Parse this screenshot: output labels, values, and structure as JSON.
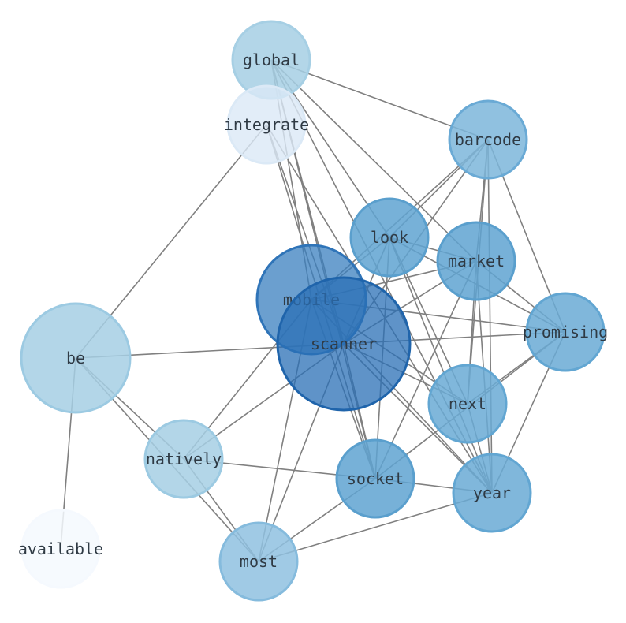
{
  "graph": {
    "nodes": [
      {
        "id": "global",
        "label": "global",
        "fill": "#a6cfe4",
        "stroke": "#a6cfe4"
      },
      {
        "id": "integrate",
        "label": "integrate",
        "fill": "#dbe9f6",
        "stroke": "#dbe9f6"
      },
      {
        "id": "barcode",
        "label": "barcode",
        "fill": "#7cb6da",
        "stroke": "#6aaad5"
      },
      {
        "id": "look",
        "label": "look",
        "fill": "#5fa3d1",
        "stroke": "#5a9fcd"
      },
      {
        "id": "market",
        "label": "market",
        "fill": "#5fa3d1",
        "stroke": "#5a9fcd"
      },
      {
        "id": "mobile",
        "label": "mobile",
        "fill": "#3a7fbf",
        "stroke": "#2f74b8"
      },
      {
        "id": "scanner",
        "label": "scanner",
        "fill": "#2a6fb6",
        "stroke": "#1f64ab"
      },
      {
        "id": "promising",
        "label": "promising",
        "fill": "#6aaad5",
        "stroke": "#62a6d2"
      },
      {
        "id": "be",
        "label": "be",
        "fill": "#a6cfe4",
        "stroke": "#9ccae2"
      },
      {
        "id": "next",
        "label": "next",
        "fill": "#6aaad5",
        "stroke": "#62a6d2"
      },
      {
        "id": "natively",
        "label": "natively",
        "fill": "#a6cfe4",
        "stroke": "#9ccae2"
      },
      {
        "id": "socket",
        "label": "socket",
        "fill": "#5fa3d1",
        "stroke": "#5a9fcd"
      },
      {
        "id": "year",
        "label": "year",
        "fill": "#6aaad5",
        "stroke": "#62a6d2"
      },
      {
        "id": "available",
        "label": "available",
        "fill": "#f5f9fe",
        "stroke": "#f5f9fe"
      },
      {
        "id": "most",
        "label": "most",
        "fill": "#8fc1e0",
        "stroke": "#85bbdd"
      }
    ],
    "edges": [
      [
        "global",
        "barcode"
      ],
      [
        "global",
        "look"
      ],
      [
        "global",
        "market"
      ],
      [
        "global",
        "mobile"
      ],
      [
        "global",
        "scanner"
      ],
      [
        "global",
        "socket"
      ],
      [
        "global",
        "year"
      ],
      [
        "integrate",
        "be"
      ],
      [
        "integrate",
        "scanner"
      ],
      [
        "integrate",
        "year"
      ],
      [
        "integrate",
        "socket"
      ],
      [
        "barcode",
        "mobile"
      ],
      [
        "barcode",
        "look"
      ],
      [
        "barcode",
        "scanner"
      ],
      [
        "barcode",
        "promising"
      ],
      [
        "barcode",
        "next"
      ],
      [
        "barcode",
        "year"
      ],
      [
        "barcode",
        "market"
      ],
      [
        "look",
        "market"
      ],
      [
        "look",
        "promising"
      ],
      [
        "look",
        "next"
      ],
      [
        "look",
        "year"
      ],
      [
        "look",
        "socket"
      ],
      [
        "look",
        "scanner"
      ],
      [
        "look",
        "mobile"
      ],
      [
        "market",
        "mobile"
      ],
      [
        "market",
        "scanner"
      ],
      [
        "market",
        "next"
      ],
      [
        "market",
        "promising"
      ],
      [
        "market",
        "socket"
      ],
      [
        "market",
        "year"
      ],
      [
        "mobile",
        "promising"
      ],
      [
        "mobile",
        "next"
      ],
      [
        "mobile",
        "year"
      ],
      [
        "mobile",
        "socket"
      ],
      [
        "mobile",
        "natively"
      ],
      [
        "mobile",
        "most"
      ],
      [
        "scanner",
        "be"
      ],
      [
        "scanner",
        "promising"
      ],
      [
        "scanner",
        "next"
      ],
      [
        "scanner",
        "year"
      ],
      [
        "scanner",
        "natively"
      ],
      [
        "scanner",
        "socket"
      ],
      [
        "scanner",
        "most"
      ],
      [
        "promising",
        "next"
      ],
      [
        "promising",
        "socket"
      ],
      [
        "promising",
        "year"
      ],
      [
        "be",
        "available"
      ],
      [
        "be",
        "most"
      ],
      [
        "be",
        "natively"
      ],
      [
        "next",
        "year"
      ],
      [
        "natively",
        "socket"
      ],
      [
        "natively",
        "most"
      ],
      [
        "socket",
        "year"
      ],
      [
        "socket",
        "most"
      ],
      [
        "year",
        "most"
      ]
    ]
  }
}
